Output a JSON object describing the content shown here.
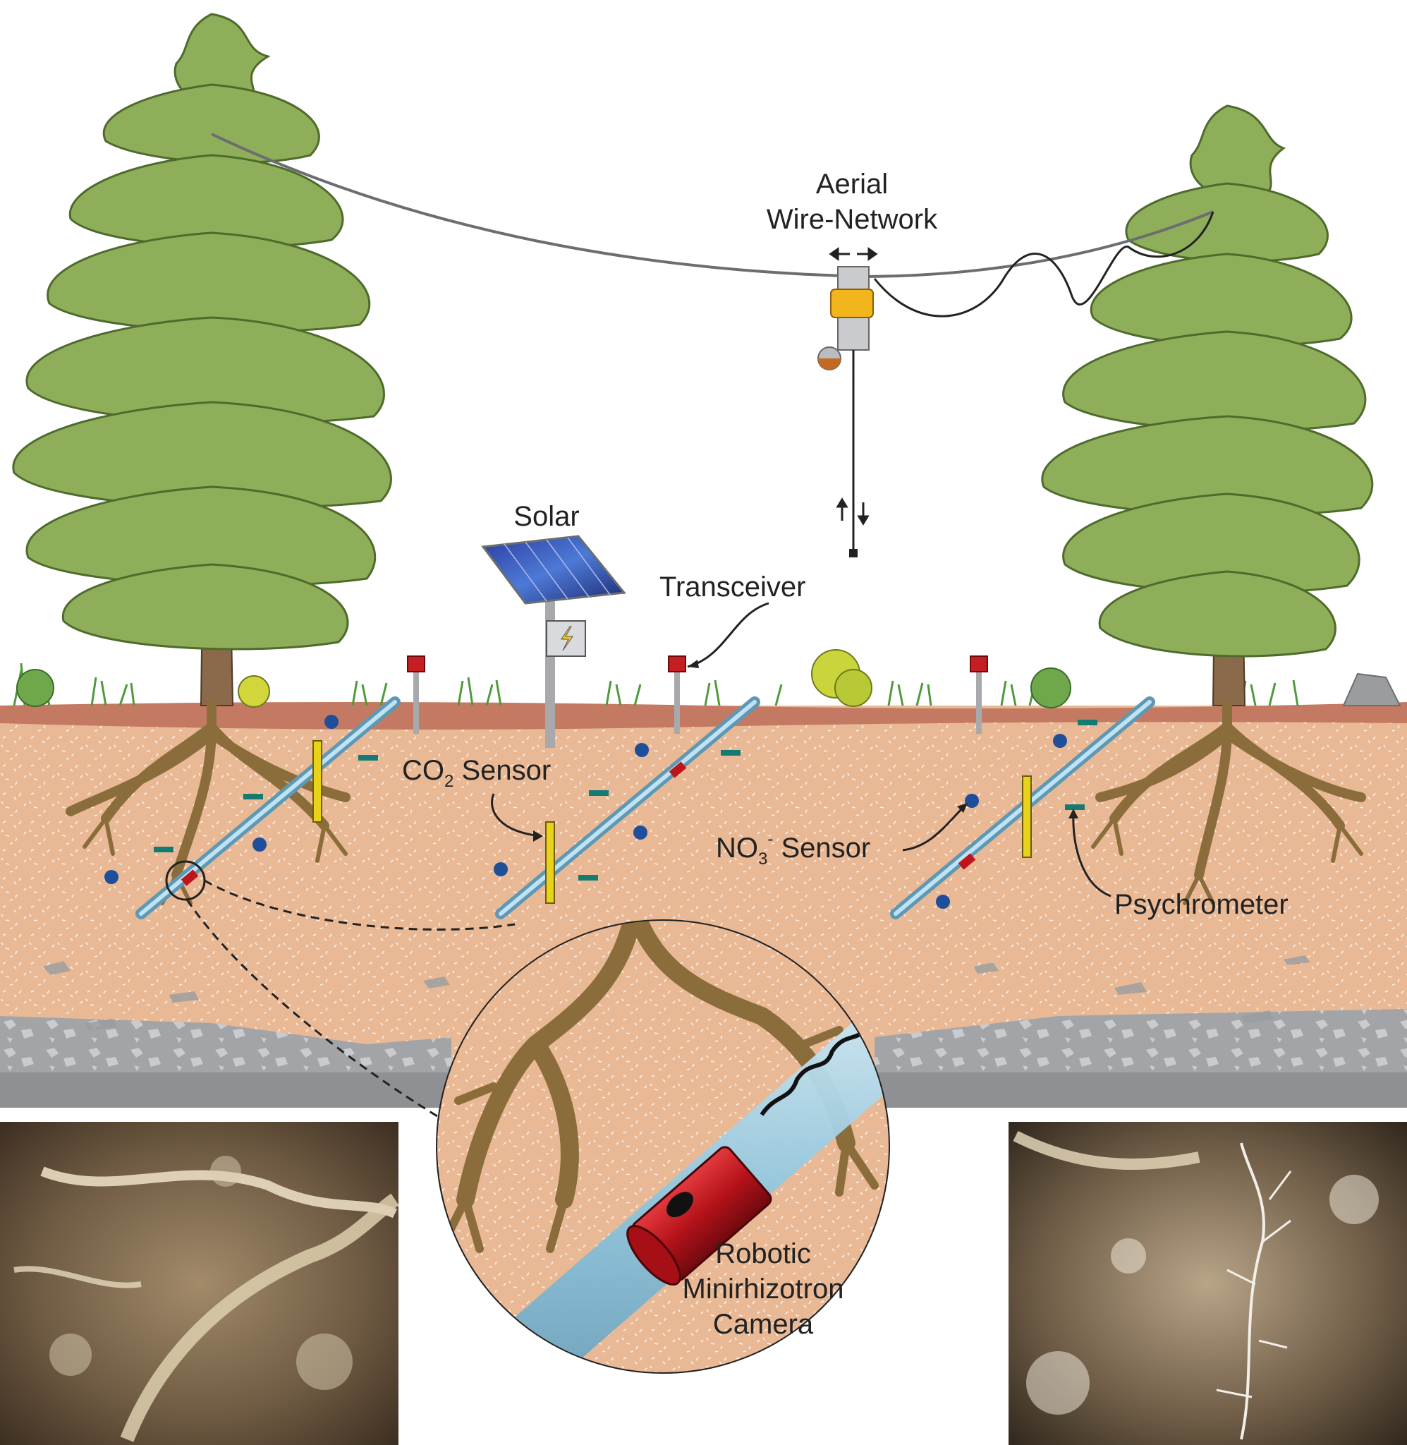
{
  "labels": {
    "aerial_line1": "Aerial",
    "aerial_line2": "Wire-Network",
    "solar": "Solar",
    "transceiver": "Transceiver",
    "co2_main": "CO",
    "co2_sub": "2",
    "co2_rest": " Sensor",
    "no3_main": "NO",
    "no3_sub": "3",
    "no3_sup": "-",
    "no3_rest": " Sensor",
    "psychrometer": "Psychrometer",
    "camera_line1": "Robotic",
    "camera_line2": "Minirhizotron",
    "camera_line3": "Camera"
  },
  "colors": {
    "foliage": "#8fae5a",
    "foliage_outline": "#4e6b2c",
    "trunk": "#8a6a4a",
    "roots": "#8a6d3b",
    "topsoil": "#c47a62",
    "soil": "#e9b996",
    "bedrock": "#9a9c9f",
    "tube": "#9fd0e6",
    "camera": "#c0141b",
    "sensor_blue": "#1f4e9a",
    "sensor_teal": "#157a72",
    "sensor_yellow": "#e8d21a",
    "transceiver_red": "#c41e22"
  },
  "icons": [
    "tree-icon",
    "solar-panel-icon",
    "transceiver-icon",
    "aerial-node-icon",
    "minirhizotron-tube-icon",
    "camera-icon"
  ]
}
